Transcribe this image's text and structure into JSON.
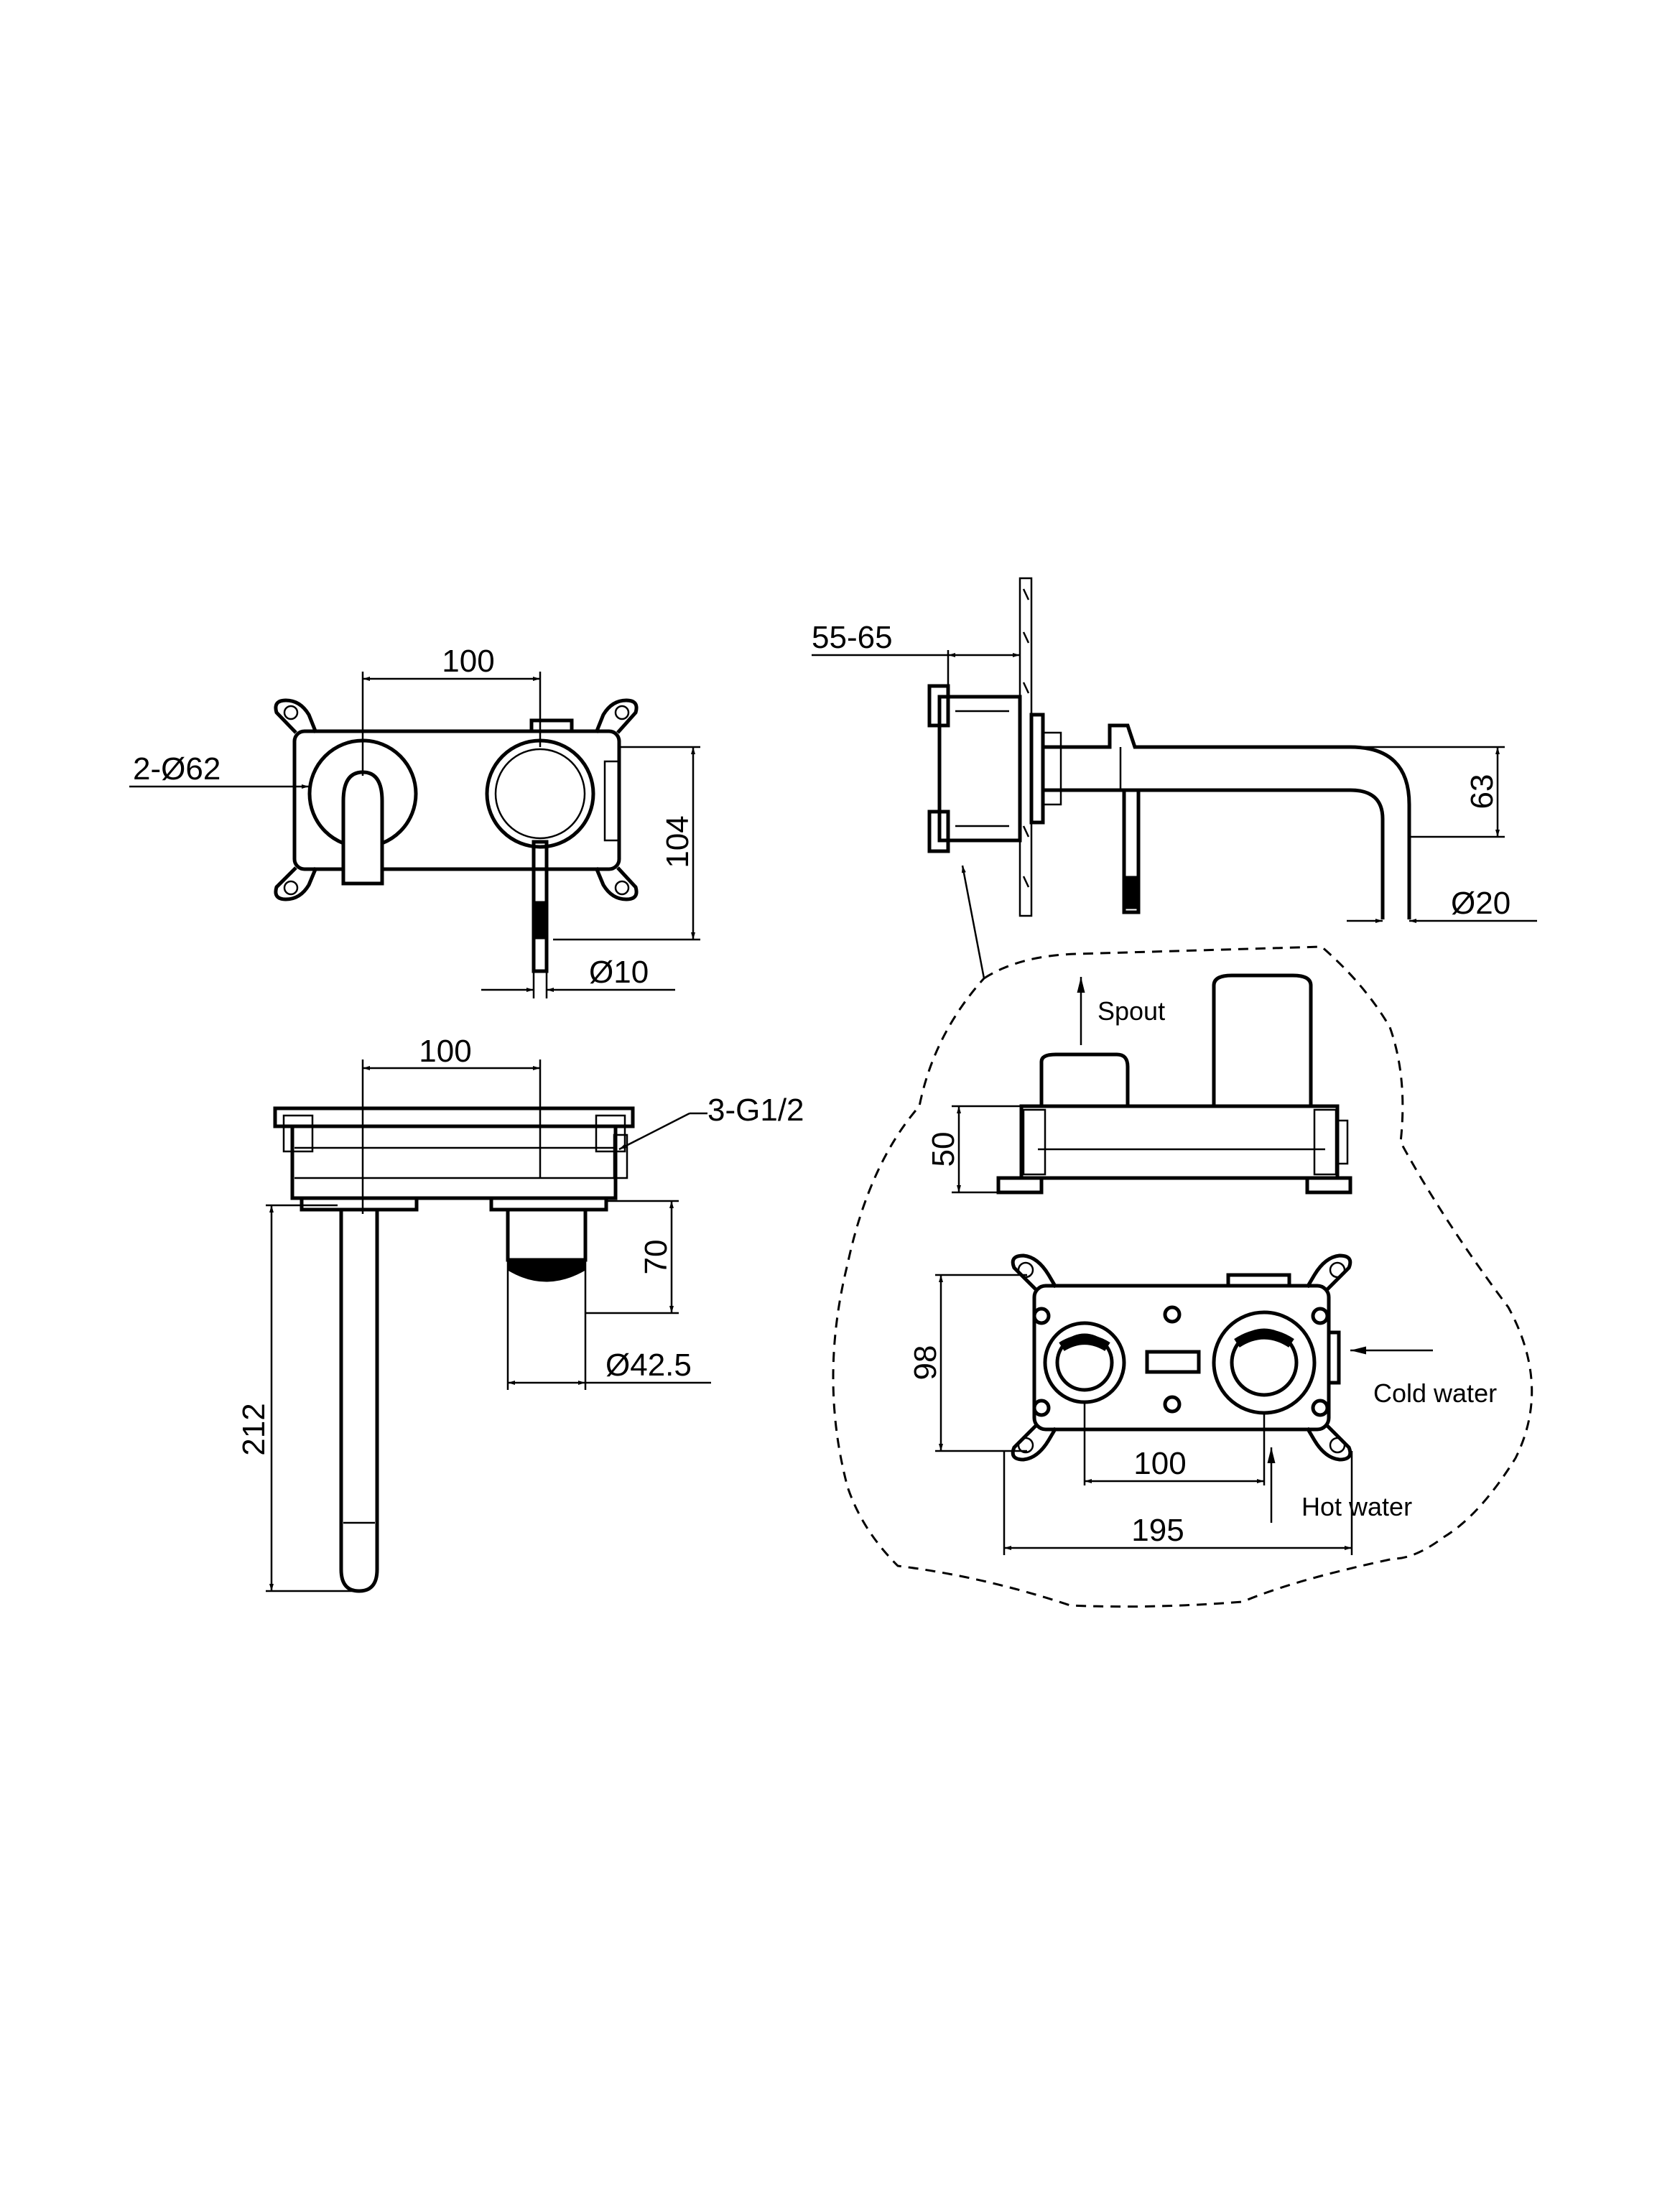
{
  "front_view": {
    "spacing": "100",
    "cover_diameter": "2-Ø62",
    "height": "104",
    "handle_diameter": "Ø10"
  },
  "top_view": {
    "spacing": "100",
    "inlet_thread": "3-G1/2",
    "depth": "70",
    "spout_diameter": "Ø42.5",
    "spout_length": "212"
  },
  "side_view": {
    "wall_depth": "55-65",
    "spout_height": "63",
    "spout_tip_diameter": "Ø20"
  },
  "box_detail": {
    "spout_label": "Spout",
    "body_height": "50",
    "box_height": "98",
    "cold_label": "Cold water",
    "hot_label": "Hot water",
    "inner_spacing": "100",
    "width": "195"
  }
}
